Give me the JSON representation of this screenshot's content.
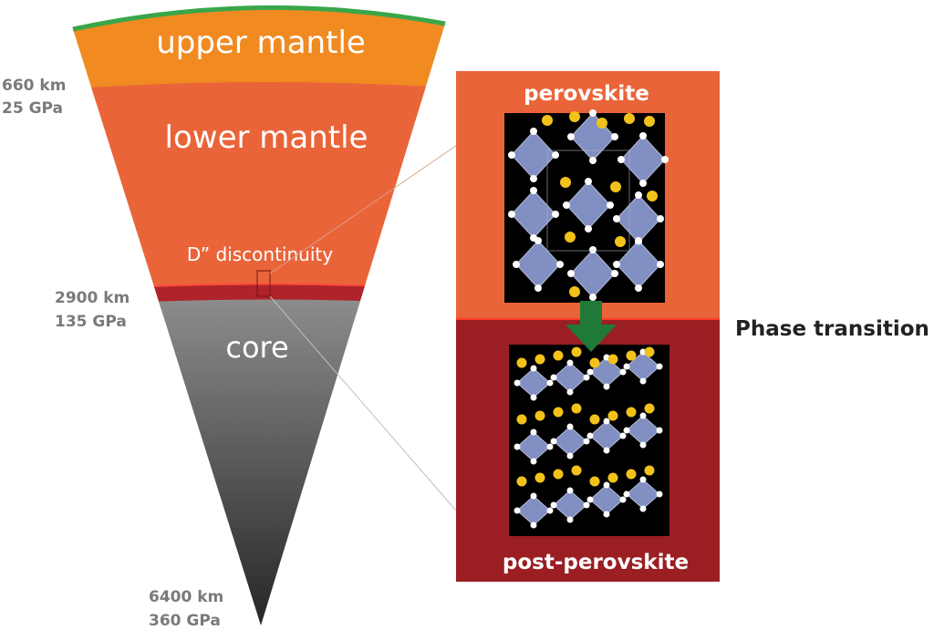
{
  "layers": {
    "upper_mantle": "upper mantle",
    "lower_mantle": "lower mantle",
    "d_discontinuity": "D” discontinuity",
    "core": "core"
  },
  "depths": {
    "d660_km": "660 km",
    "d660_gpa": "25 GPa",
    "d2900_km": "2900 km",
    "d2900_gpa": "135 GPa",
    "d6400_km": "6400 km",
    "d6400_gpa": "360 GPa"
  },
  "panels": {
    "perovskite": "perovskite",
    "post_perovskite": "post-perovskite",
    "phase_transition": "Phase transition"
  },
  "colors": {
    "crust": "#3aa64a",
    "upper_mantle": "#f18a21",
    "lower_mantle": "#ea6439",
    "d_layer": "#b0232a",
    "core_top": "#8a8a8a",
    "core_bottom": "#2a2a2a",
    "post_panel": "#9a1e22",
    "arrow": "#1f7a3a",
    "octahedron": "#8f9fd8",
    "atom_yellow": "#f2c21a",
    "atom_white": "#ffffff"
  }
}
